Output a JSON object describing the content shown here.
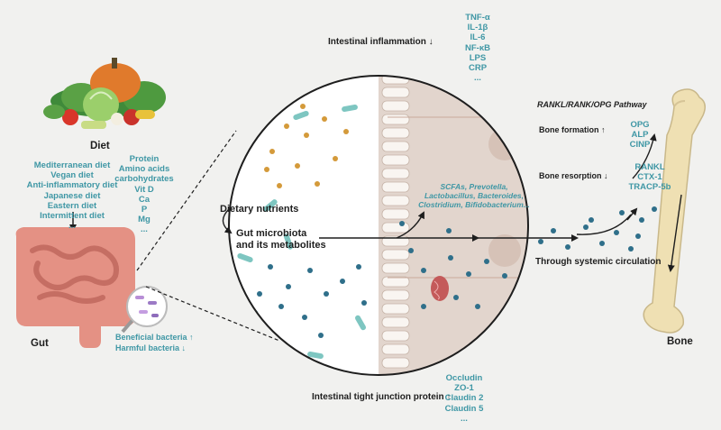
{
  "labels": {
    "intestinal_inflammation": "Intestinal inflammation ↓",
    "tight_junction": "Intestinal tight junction protein ↑",
    "diet": "Diet",
    "gut": "Gut",
    "bone": "Bone",
    "dietary_nutrients": "Dietary nutrients",
    "gut_microbiota": "Gut microbiota",
    "and_metabolites": "and its metabolites",
    "systemic_circulation": "Through systemic circulation",
    "pathway": "RANKL/RANK/OPG Pathway",
    "bone_formation": "Bone formation ↑",
    "bone_resorption": "Bone resorption ↓"
  },
  "diets": [
    "Mediterranean diet",
    "Vegan diet",
    "Anti-inflammatory diet",
    "Japanese diet",
    "Eastern diet",
    "Intermittent diet",
    "..."
  ],
  "nutrients": [
    "Protein",
    "Amino acids",
    "carbohydrates",
    "Vit D",
    "Ca",
    "P",
    "Mg",
    "..."
  ],
  "cytokines": [
    "TNF-α",
    "IL-1β",
    "IL-6",
    "NF-κB",
    "LPS",
    "CRP",
    "..."
  ],
  "bacteria": {
    "beneficial": "Beneficial bacteria ↑",
    "harmful": "Harmful bacteria ↓"
  },
  "metabolites": [
    "SCFAs, Prevotella,",
    "Lactobacillus, Bacteroides,",
    "Clostridium, Bifidobacterium..."
  ],
  "tight_proteins": [
    "Occludin",
    "ZO-1",
    "Claudin 2",
    "Claudin 5",
    "..."
  ],
  "formation_markers": [
    "OPG",
    "ALP",
    "CINP"
  ],
  "resorption_markers": [
    "RANKL",
    "CTX-1",
    "TRACP-5b"
  ],
  "colors": {
    "background": "#f1f1ef",
    "teal_text": "#3f97a5",
    "dark_text": "#1e1e1e",
    "intestine": "#e49184",
    "bone": "#efe0b3",
    "epithelium": "#e2d5cd"
  },
  "icons": [
    "vegetables-illustration",
    "intestine-illustration",
    "bacteria-magnifier-icon",
    "femur-bone-illustration",
    "mitochondrion-icon",
    "bacterium-icon"
  ]
}
